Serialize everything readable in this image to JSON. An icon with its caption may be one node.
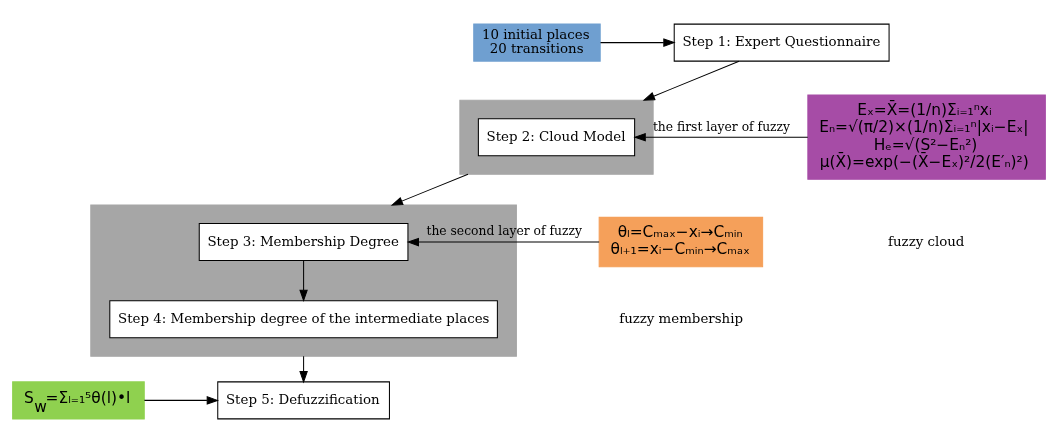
{
  "diagram": {
    "nodes": [
      {
        "text": [
          "10 initial places",
          "20 transitions"
        ]
      },
      {
        "text": [
          "Step 1: Expert Questionnaire"
        ]
      },
      {
        "text": [],
        "shape": "box"
      },
      {
        "text": [
          "Step 2: Cloud Model"
        ],
        "in": 2
      },
      {
        "text": [
          "Eₓ=X̄=(1/n)Σᵢ₌₁ⁿxᵢ",
          "Eₙ=√(π/2)×(1/n)Σᵢ₌₁ⁿ|xᵢ−Eₓ|",
          "Hₑ=√(S²−Eₙ²)",
          "μ(X̄)=exp(−(X̄−Eₓ)²/2(E′ₙ)²)"
        ]
      },
      {
        "text": [
          "θₗ=Cₘₐₓ−xᵢ→Cₘᵢₙ",
          "θₗ₊₁=xᵢ−Cₘᵢₙ→Cₘₐₓ"
        ]
      },
      {
        "text": [],
        "shape": "box"
      },
      {
        "text": [
          "Step 3: Membership Degree"
        ],
        "in": 6
      },
      {
        "text": [
          "Step 4: Membership degree of the intermediate places"
        ],
        "in": 6
      },
      {
        "text": [
          "Step 5: Defuzzification"
        ]
      },
      {
        "text": [
          "S$_{w}$=Σₗ₌₁⁵θ(l)•l"
        ]
      }
    ],
    "edges": [
      {
        "from": 0,
        "to": 1,
        "arrow": "to"
      },
      {
        "from": 1,
        "to": 2,
        "arrow": "to"
      },
      {
        "from": 4,
        "to": 3,
        "arrow": "to",
        "label": "the first layer of fuzzy"
      },
      {
        "from": 2,
        "to": 6,
        "arrow": "to"
      },
      {
        "from": 5,
        "to": 7,
        "arrow": "to",
        "label": "the second layer of fuzzy"
      },
      {
        "from": 7,
        "to": 8,
        "arrow": "to"
      },
      {
        "from": 6,
        "to": 9,
        "arrow": "to"
      },
      {
        "from": 10,
        "to": 9,
        "arrow": "to"
      }
    ],
    "labels": [
      "fuzzy cloud",
      "fuzzy membership"
    ]
  }
}
